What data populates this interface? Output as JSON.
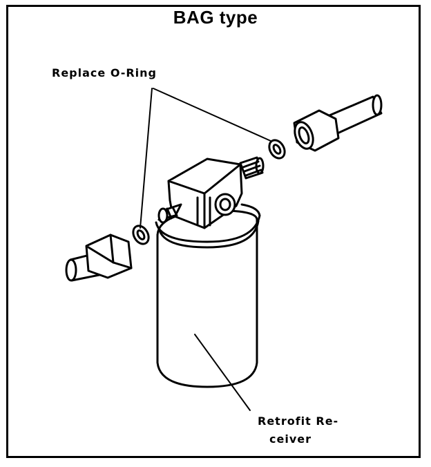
{
  "title": "BAG type",
  "callouts": {
    "o_ring": "Replace O-Ring",
    "receiver_line1": "Retrofit Re-",
    "receiver_line2": "ceiver"
  },
  "colors": {
    "line": "#000000",
    "background": "#ffffff"
  }
}
